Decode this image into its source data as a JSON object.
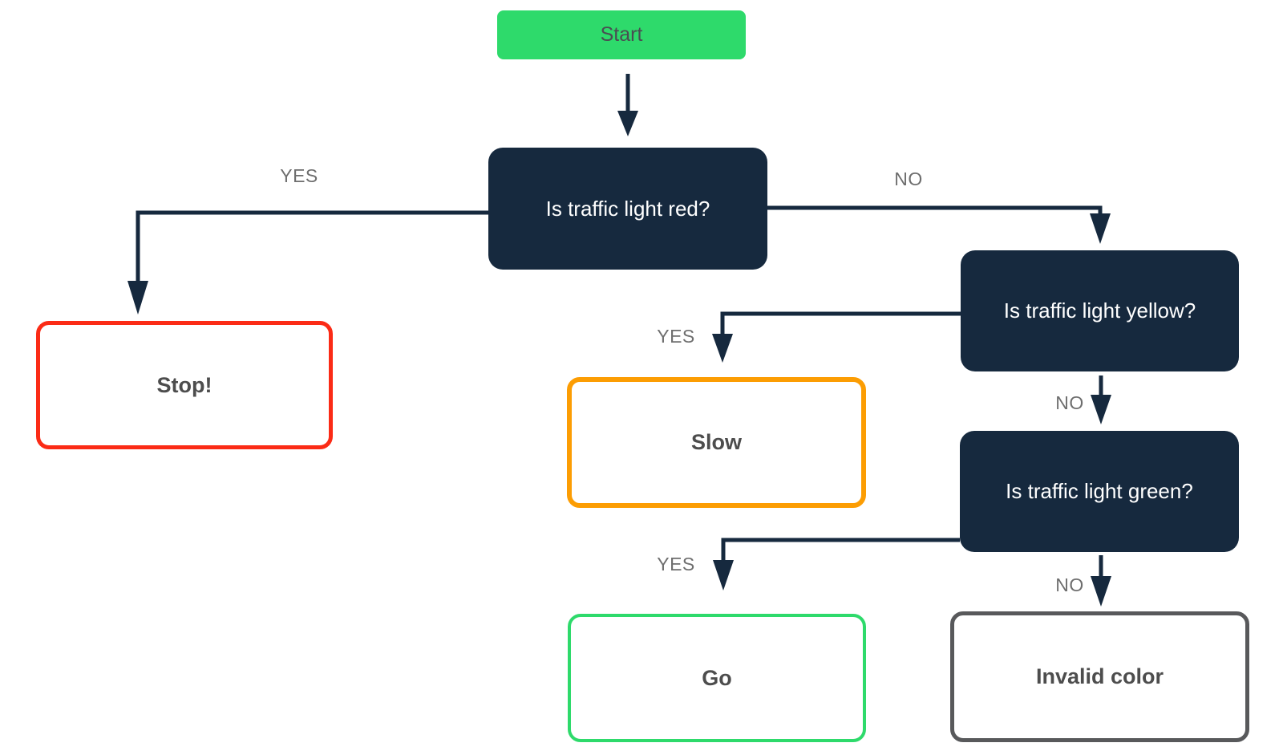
{
  "diagram": {
    "type": "flowchart",
    "background": "#ffffff",
    "nodes": {
      "start": {
        "label": "Start",
        "kind": "start",
        "fill": "#2eda6b",
        "text_color": "#4a4d52"
      },
      "q_red": {
        "label": "Is traffic light red?",
        "kind": "decision",
        "fill": "#16293e",
        "text_color": "#ffffff"
      },
      "q_yellow": {
        "label": "Is traffic light yellow?",
        "kind": "decision",
        "fill": "#16293e",
        "text_color": "#ffffff"
      },
      "q_green": {
        "label": "Is traffic light green?",
        "kind": "decision",
        "fill": "#16293e",
        "text_color": "#ffffff"
      },
      "stop": {
        "label": "Stop!",
        "kind": "result",
        "border_color": "#fb2b16",
        "text_color": "#4d4d4d"
      },
      "slow": {
        "label": "Slow",
        "kind": "result",
        "border_color": "#fc9d03",
        "text_color": "#4d4d4d"
      },
      "go": {
        "label": "Go",
        "kind": "result",
        "border_color": "#2eda6b",
        "text_color": "#4d4d4d"
      },
      "invalid": {
        "label": "Invalid color",
        "kind": "result",
        "border_color": "#58595b",
        "text_color": "#4d4d4d"
      }
    },
    "edges": {
      "start_to_q_red": {
        "from": "start",
        "to": "q_red"
      },
      "q_red_yes": {
        "from": "q_red",
        "to": "stop",
        "label": "YES"
      },
      "q_red_no": {
        "from": "q_red",
        "to": "q_yellow",
        "label": "NO"
      },
      "q_yellow_yes": {
        "from": "q_yellow",
        "to": "slow",
        "label": "YES"
      },
      "q_yellow_no": {
        "from": "q_yellow",
        "to": "q_green",
        "label": "NO"
      },
      "q_green_yes": {
        "from": "q_green",
        "to": "go",
        "label": "YES"
      },
      "q_green_no": {
        "from": "q_green",
        "to": "invalid",
        "label": "NO"
      }
    },
    "colors": {
      "edge": "#16293e",
      "edge_label": "#6e6e6e",
      "result_text": "#4d4d4d"
    }
  }
}
